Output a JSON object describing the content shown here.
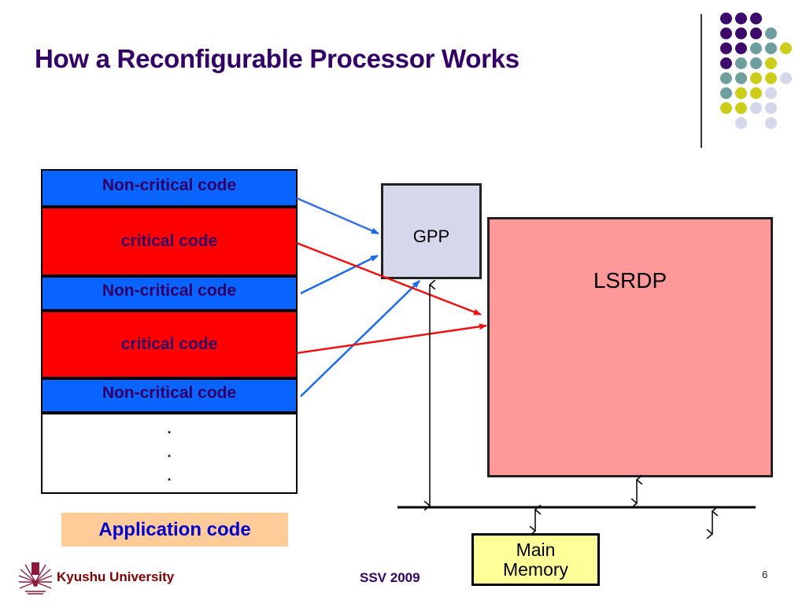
{
  "slide": {
    "title": "How a Reconfigurable Processor Works",
    "page_number": "6",
    "footer": {
      "institution": "Kyushu University",
      "conference": "SSV 2009"
    }
  },
  "theme": {
    "title_color": "#330066",
    "noncritical_color": "#0a64ff",
    "critical_color": "#ff0000",
    "gpp_color": "#d5d8ea",
    "lsrdp_color": "#ff9999",
    "memory_color": "#ffff99",
    "appcode_bg": "#ffcc99",
    "dot_colors": {
      "purple": "#3d0a6b",
      "teal": "#6e9e9e",
      "yellow": "#cccc1a",
      "lavender": "#d6d6ea"
    }
  },
  "decoration": {
    "dot_grid": [
      [
        "purple",
        "purple",
        "purple",
        null,
        null
      ],
      [
        "purple",
        "purple",
        "purple",
        "teal",
        null
      ],
      [
        "purple",
        "purple",
        "teal",
        "teal",
        "yellow"
      ],
      [
        "purple",
        "teal",
        "teal",
        "yellow",
        null
      ],
      [
        "teal",
        "teal",
        "yellow",
        "yellow",
        "lavender"
      ],
      [
        "teal",
        "yellow",
        "yellow",
        "lavender",
        null
      ],
      [
        "yellow",
        "yellow",
        "lavender",
        "lavender",
        null
      ],
      [
        null,
        "lavender",
        null,
        "lavender",
        null
      ]
    ]
  },
  "code_stack": {
    "segments": [
      {
        "type": "noncritical",
        "label": "Non-critical code"
      },
      {
        "type": "critical",
        "label": "critical code"
      },
      {
        "type": "noncritical",
        "label": "Non-critical code"
      },
      {
        "type": "critical",
        "label": "critical code"
      },
      {
        "type": "noncritical",
        "label": "Non-critical code"
      }
    ],
    "continuation": [
      ".",
      ".",
      "."
    ],
    "caption": "Application code"
  },
  "blocks": {
    "gpp": "GPP",
    "lsrdp": "LSRDP",
    "memory_line1": "Main",
    "memory_line2": "Memory"
  },
  "connections": [
    {
      "from": "Non-critical code (1)",
      "to": "GPP",
      "color": "blue"
    },
    {
      "from": "critical code (1)",
      "to": "LSRDP",
      "color": "red"
    },
    {
      "from": "Non-critical code (2)",
      "to": "GPP",
      "color": "blue"
    },
    {
      "from": "critical code (2)",
      "to": "LSRDP",
      "color": "red"
    },
    {
      "from": "Non-critical code (3)",
      "to": "GPP",
      "color": "blue"
    },
    {
      "from": "GPP",
      "to": "bus",
      "style": "bidirectional"
    },
    {
      "from": "LSRDP",
      "to": "bus",
      "style": "bidirectional"
    },
    {
      "from": "bus",
      "to": "Main Memory",
      "style": "bidirectional"
    },
    {
      "from": "bus",
      "to": "external",
      "style": "bidirectional"
    }
  ]
}
